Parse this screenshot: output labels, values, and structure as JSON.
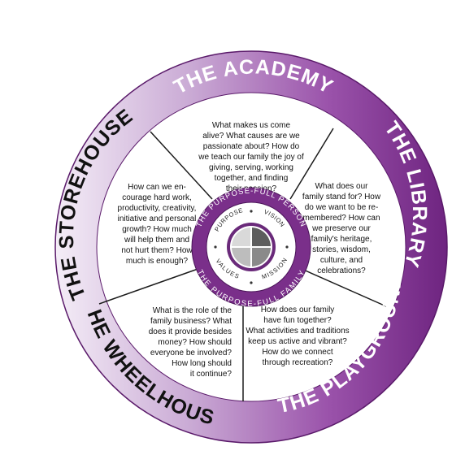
{
  "rim_labels": {
    "academy": "THE ACADEMY",
    "library": "THE LIBRARY",
    "playground": "THE PLAYGROUND",
    "wheelhouse": "THE WHEELHOUSE",
    "storehouse": "THE STOREHOUSE"
  },
  "questions": {
    "academy": [
      "What makes us come",
      "alive?  What causes are we",
      "passionate about?  How do",
      "we teach our family the joy of",
      "giving, serving, working",
      "together,  and finding",
      "their passion?"
    ],
    "library": [
      "What does our",
      "family stand for? How",
      "do we want to be re-",
      "membered?  How can",
      "we preserve our",
      "family's heritage,",
      "stories,  wisdom,",
      "culture, and",
      "celebrations?"
    ],
    "playground": [
      "How does our family",
      "have fun together?",
      "What activities and traditions",
      "keep us active and vibrant?",
      "How do we connect",
      "through recreation?"
    ],
    "wheelhouse": [
      "What is the role of the",
      "family business?  What",
      "does it provide besides",
      "money? How should",
      "everyone be involved?",
      "How long should",
      "it continue?"
    ],
    "storehouse": [
      "How can we en-",
      "courage hard work,",
      "productivity, creativity,",
      "initiative and personal",
      "growth?  How much",
      "will help them and",
      "not hurt them?  How",
      "much is enough?"
    ]
  },
  "hub": {
    "top": "THE  PURPOSE-FULL  PERSON",
    "bottom": "THE  PURPOSE-FULL  FAMILY",
    "inner_purpose": "PURPOSE",
    "inner_vision": "VISION",
    "inner_mission": "MISSION",
    "inner_values": "VALUES"
  },
  "colors": {
    "rim_light": "#f3ebf6",
    "rim_dark": "#7b2e8c",
    "hub_ring": "#7a2f8a",
    "divider": "#1a1a1a",
    "center_dark": "#5d5d5d",
    "center_light": "#bdbdbd"
  }
}
